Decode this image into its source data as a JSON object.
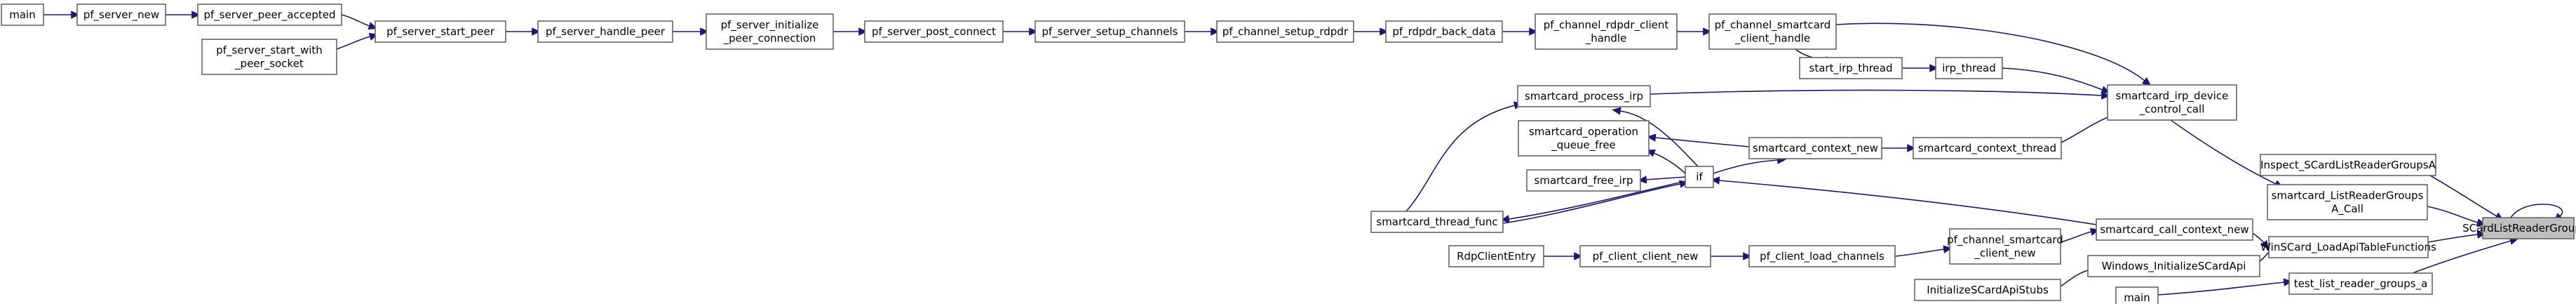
{
  "nodes": [
    {
      "id": "main1",
      "lines": [
        "main"
      ]
    },
    {
      "id": "pf_server_new",
      "lines": [
        "pf_server_new"
      ]
    },
    {
      "id": "pf_server_peer_accepted",
      "lines": [
        "pf_server_peer_accepted"
      ]
    },
    {
      "id": "pf_server_start_with_peer_socket",
      "lines": [
        "pf_server_start_with",
        "_peer_socket"
      ]
    },
    {
      "id": "pf_server_start_peer",
      "lines": [
        "pf_server_start_peer"
      ]
    },
    {
      "id": "pf_server_handle_peer",
      "lines": [
        "pf_server_handle_peer"
      ]
    },
    {
      "id": "pf_server_initialize_peer_connection",
      "lines": [
        "pf_server_initialize",
        "_peer_connection"
      ]
    },
    {
      "id": "pf_server_post_connect",
      "lines": [
        "pf_server_post_connect"
      ]
    },
    {
      "id": "pf_server_setup_channels",
      "lines": [
        "pf_server_setup_channels"
      ]
    },
    {
      "id": "pf_channel_setup_rdpdr",
      "lines": [
        "pf_channel_setup_rdpdr"
      ]
    },
    {
      "id": "pf_rdpdr_back_data",
      "lines": [
        "pf_rdpdr_back_data"
      ]
    },
    {
      "id": "pf_channel_rdpdr_client_handle",
      "lines": [
        "pf_channel_rdpdr_client",
        "_handle"
      ]
    },
    {
      "id": "pf_channel_smartcard_client_handle",
      "lines": [
        "pf_channel_smartcard",
        "_client_handle"
      ]
    },
    {
      "id": "start_irp_thread",
      "lines": [
        "start_irp_thread"
      ]
    },
    {
      "id": "irp_thread",
      "lines": [
        "irp_thread"
      ]
    },
    {
      "id": "smartcard_irp_device_control_call",
      "lines": [
        "smartcard_irp_device",
        "_control_call"
      ]
    },
    {
      "id": "smartcard_process_irp",
      "lines": [
        "smartcard_process_irp"
      ]
    },
    {
      "id": "smartcard_operation_queue_free",
      "lines": [
        "smartcard_operation",
        "_queue_free"
      ]
    },
    {
      "id": "smartcard_free_irp",
      "lines": [
        "smartcard_free_irp"
      ]
    },
    {
      "id": "if",
      "lines": [
        "if"
      ]
    },
    {
      "id": "smartcard_context_new",
      "lines": [
        "smartcard_context_new"
      ]
    },
    {
      "id": "smartcard_context_thread",
      "lines": [
        "smartcard_context_thread"
      ]
    },
    {
      "id": "smartcard_thread_func",
      "lines": [
        "smartcard_thread_func"
      ]
    },
    {
      "id": "inspect_scard",
      "lines": [
        "Inspect_SCardListReaderGroupsA"
      ]
    },
    {
      "id": "smartcard_listreadergroups_call",
      "lines": [
        "smartcard_ListReaderGroups",
        "A_Call"
      ]
    },
    {
      "id": "scard_target",
      "lines": [
        "SCardListReaderGroupsA"
      ]
    },
    {
      "id": "smartcard_call_context_new",
      "lines": [
        "smartcard_call_context_new"
      ]
    },
    {
      "id": "winscard_loadapi",
      "lines": [
        "WinSCard_LoadApiTableFunctions"
      ]
    },
    {
      "id": "windows_initialize",
      "lines": [
        "Windows_InitializeSCardApi"
      ]
    },
    {
      "id": "initialize_stubs",
      "lines": [
        "InitializeSCardApiStubs"
      ]
    },
    {
      "id": "pf_channel_smartcard_client_new",
      "lines": [
        "pf_channel_smartcard",
        "_client_new"
      ]
    },
    {
      "id": "pf_client_load_channels",
      "lines": [
        "pf_client_load_channels"
      ]
    },
    {
      "id": "pf_client_client_new",
      "lines": [
        "pf_client_client_new"
      ]
    },
    {
      "id": "rdpclient_entry",
      "lines": [
        "RdpClientEntry"
      ]
    },
    {
      "id": "test_list_reader_groups_a",
      "lines": [
        "test_list_reader_groups_a"
      ]
    },
    {
      "id": "main2",
      "lines": [
        "main"
      ]
    }
  ],
  "edges": [
    {
      "from": "main1",
      "to": "pf_server_new"
    },
    {
      "from": "pf_server_new",
      "to": "pf_server_peer_accepted"
    },
    {
      "from": "pf_server_peer_accepted",
      "to": "pf_server_start_peer"
    },
    {
      "from": "pf_server_start_with_peer_socket",
      "to": "pf_server_start_peer"
    },
    {
      "from": "pf_server_start_peer",
      "to": "pf_server_handle_peer"
    },
    {
      "from": "pf_server_handle_peer",
      "to": "pf_server_initialize_peer_connection"
    },
    {
      "from": "pf_server_initialize_peer_connection",
      "to": "pf_server_post_connect"
    },
    {
      "from": "pf_server_post_connect",
      "to": "pf_server_setup_channels"
    },
    {
      "from": "pf_server_setup_channels",
      "to": "pf_channel_setup_rdpdr"
    },
    {
      "from": "pf_channel_setup_rdpdr",
      "to": "pf_rdpdr_back_data"
    },
    {
      "from": "pf_rdpdr_back_data",
      "to": "pf_channel_rdpdr_client_handle"
    },
    {
      "from": "pf_channel_rdpdr_client_handle",
      "to": "pf_channel_smartcard_client_handle"
    },
    {
      "from": "pf_channel_smartcard_client_handle",
      "to": "start_irp_thread"
    },
    {
      "from": "pf_channel_smartcard_client_handle",
      "to": "smartcard_irp_device_control_call"
    },
    {
      "from": "start_irp_thread",
      "to": "irp_thread"
    },
    {
      "from": "irp_thread",
      "to": "smartcard_irp_device_control_call"
    },
    {
      "from": "smartcard_process_irp",
      "to": "smartcard_irp_device_control_call"
    },
    {
      "from": "smartcard_context_thread",
      "to": "smartcard_irp_device_control_call"
    },
    {
      "from": "smartcard_context_new",
      "to": "smartcard_context_thread"
    },
    {
      "from": "smartcard_context_new",
      "to": "smartcard_operation_queue_free"
    },
    {
      "from": "if",
      "to": "smartcard_context_new"
    },
    {
      "from": "if",
      "to": "smartcard_operation_queue_free"
    },
    {
      "from": "if",
      "to": "smartcard_free_irp"
    },
    {
      "from": "if",
      "to": "smartcard_thread_func"
    },
    {
      "from": "if",
      "to": "smartcard_process_irp"
    },
    {
      "from": "smartcard_thread_func",
      "to": "smartcard_process_irp"
    },
    {
      "from": "smartcard_thread_func",
      "to": "if"
    },
    {
      "from": "smartcard_call_context_new",
      "to": "if"
    },
    {
      "from": "smartcard_irp_device_control_call",
      "to": "smartcard_listreadergroups_call"
    },
    {
      "from": "smartcard_listreadergroups_call",
      "to": "scard_target"
    },
    {
      "from": "inspect_scard",
      "to": "scard_target"
    },
    {
      "from": "scard_target",
      "to": "scard_target"
    },
    {
      "from": "winscard_loadapi",
      "to": "scard_target"
    },
    {
      "from": "test_list_reader_groups_a",
      "to": "scard_target"
    },
    {
      "from": "smartcard_call_context_new",
      "to": "winscard_loadapi"
    },
    {
      "from": "windows_initialize",
      "to": "winscard_loadapi"
    },
    {
      "from": "pf_channel_smartcard_client_new",
      "to": "smartcard_call_context_new"
    },
    {
      "from": "initialize_stubs",
      "to": "windows_initialize"
    },
    {
      "from": "pf_client_load_channels",
      "to": "pf_channel_smartcard_client_new"
    },
    {
      "from": "pf_client_client_new",
      "to": "pf_client_load_channels"
    },
    {
      "from": "rdpclient_entry",
      "to": "pf_client_client_new"
    },
    {
      "from": "main2",
      "to": "test_list_reader_groups_a"
    }
  ]
}
